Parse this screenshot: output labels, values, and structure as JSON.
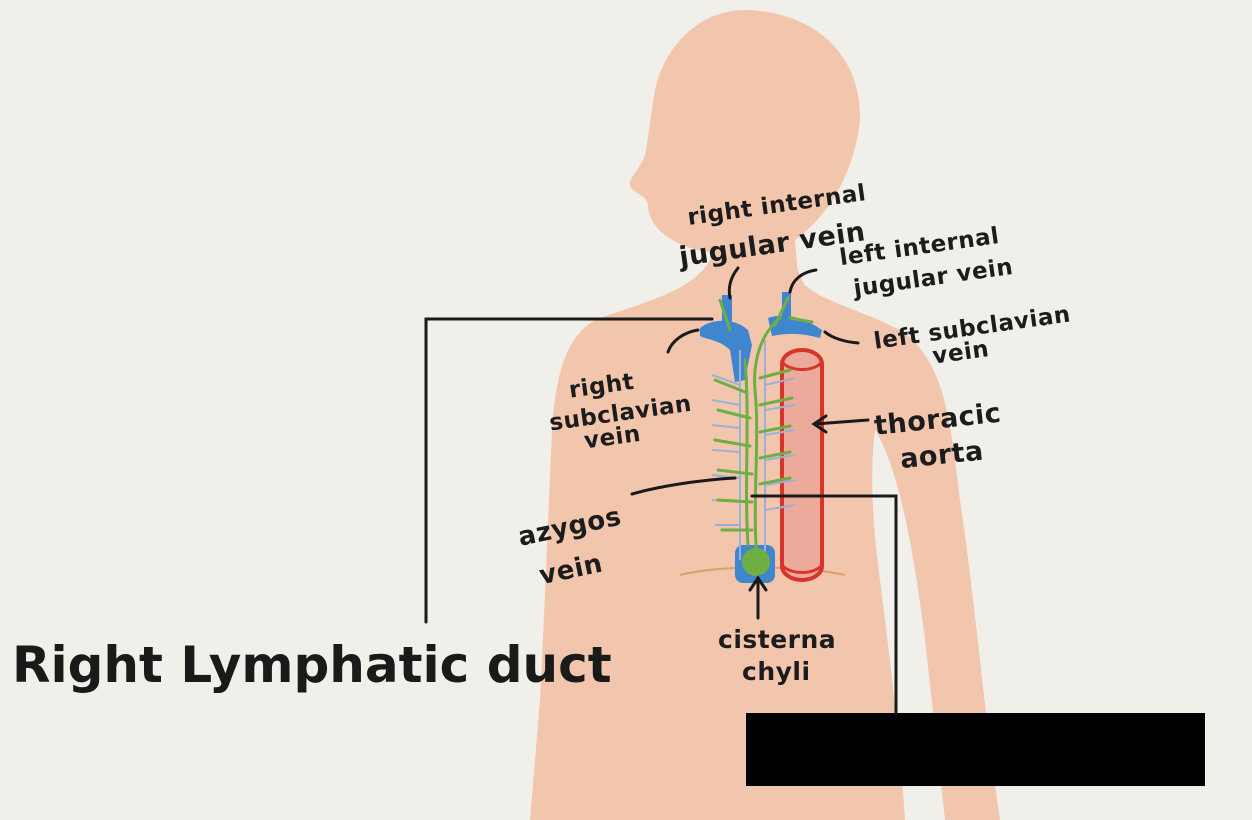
{
  "title": "Right Lymphatic duct",
  "labels": {
    "right_internal_jugular_vein": [
      "right internal",
      "jugular vein"
    ],
    "left_internal_jugular_vein": [
      "left internal",
      "jugular vein"
    ],
    "left_subclavian_vein": [
      "left subclavian",
      "vein"
    ],
    "right_subclavian_vein": [
      "right",
      "subclavian",
      "vein"
    ],
    "thoracic_aorta": [
      "thoracic",
      "aorta"
    ],
    "azygos_vein": [
      "azygos",
      "vein"
    ],
    "cisterna_chyli": [
      "cisterna",
      "chyli"
    ]
  },
  "colors": {
    "background": "#f1efea",
    "skin": "#f2c6ac",
    "vein": "#3f86cf",
    "lymph": "#6fae45",
    "aorta_outline": "#d8342a",
    "aorta_fill": "#ecaa9a",
    "small_vessels": "#9bb0d6",
    "leader_lines": "#1a1a1a",
    "redaction_box": "#000000"
  }
}
